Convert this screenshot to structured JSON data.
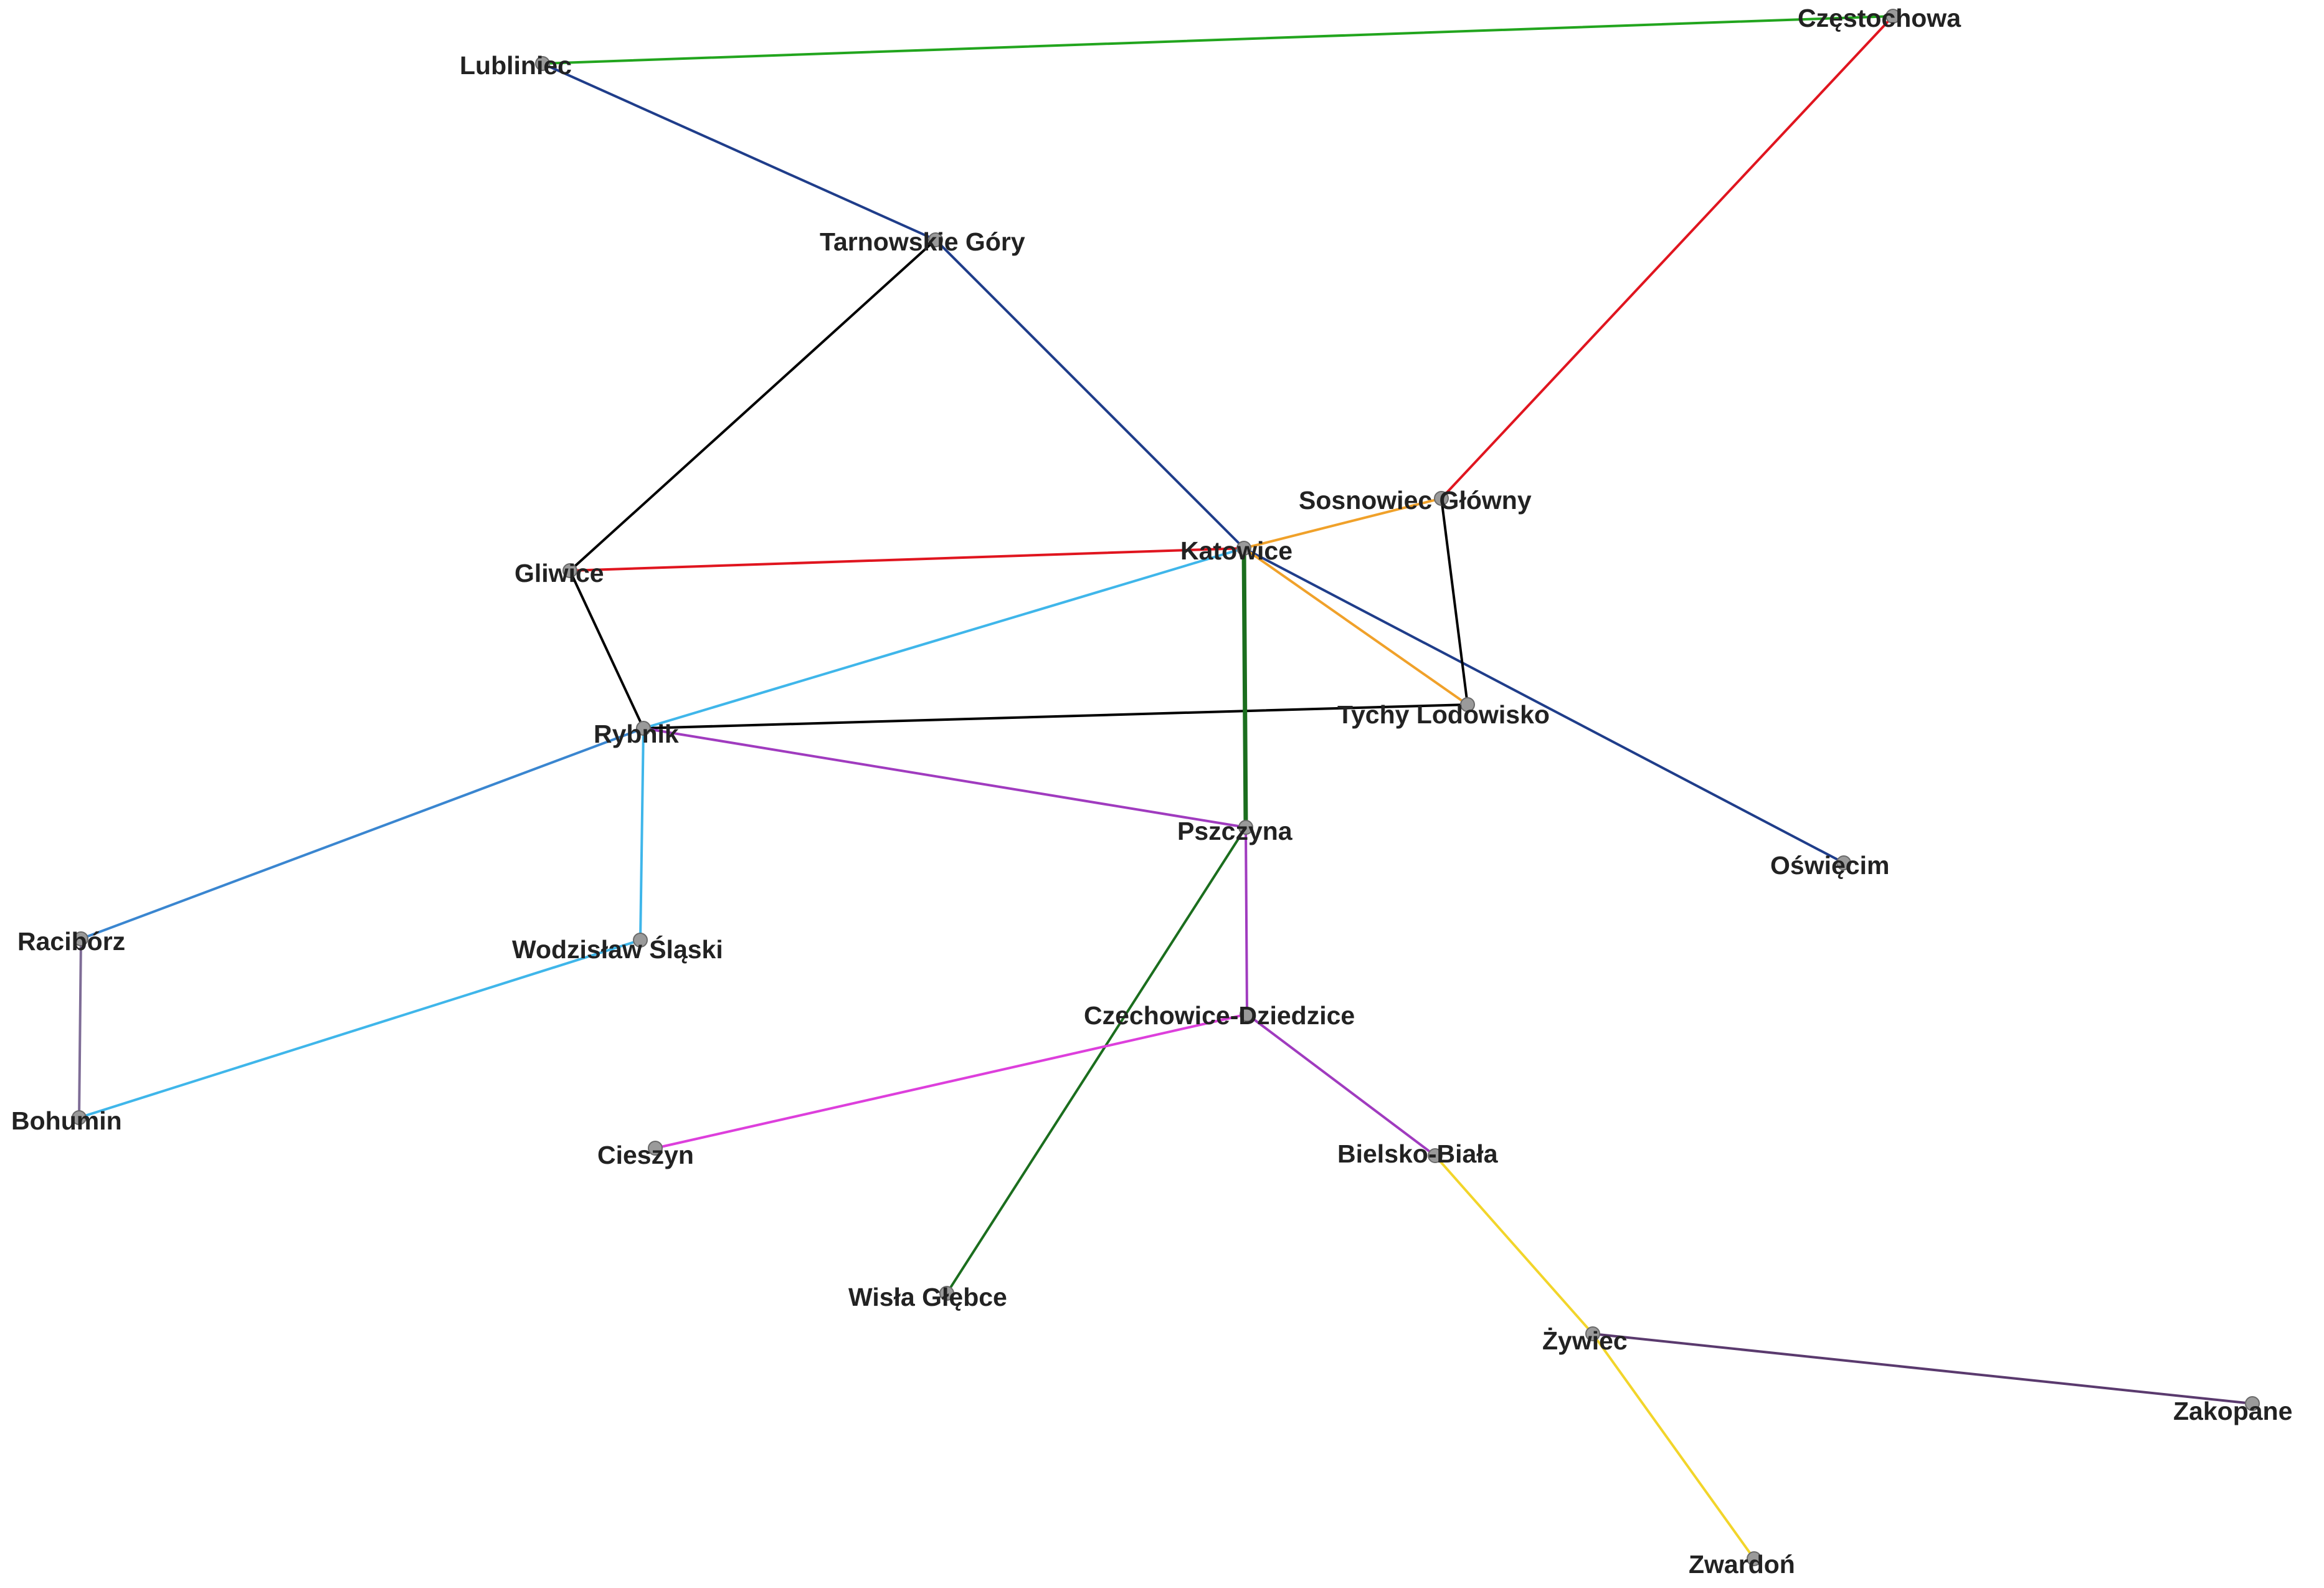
{
  "stations": [
    {
      "id": "czestochowa",
      "name": "Częstochowa"
    },
    {
      "id": "lubliniec",
      "name": "Lubliniec"
    },
    {
      "id": "tarnowskie-gory",
      "name": "Tarnowskie Góry"
    },
    {
      "id": "sosnowiec",
      "name": "Sosnowiec Główny"
    },
    {
      "id": "katowice",
      "name": "Katowice"
    },
    {
      "id": "gliwice",
      "name": "Gliwice"
    },
    {
      "id": "tychy",
      "name": "Tychy Lodowisko"
    },
    {
      "id": "rybnik",
      "name": "Rybnik"
    },
    {
      "id": "pszczyna",
      "name": "Pszczyna"
    },
    {
      "id": "oswiecim",
      "name": "Oświęcim"
    },
    {
      "id": "raciborz",
      "name": "Racibórz"
    },
    {
      "id": "wodzislaw",
      "name": "Wodzisław Śląski"
    },
    {
      "id": "czechowice",
      "name": "Czechowice-Dziedzice"
    },
    {
      "id": "bohumin",
      "name": "Bohumin"
    },
    {
      "id": "cieszyn",
      "name": "Cieszyn"
    },
    {
      "id": "bielsko",
      "name": "Bielsko-Biała"
    },
    {
      "id": "wisla",
      "name": "Wisła Głębce"
    },
    {
      "id": "zywiec",
      "name": "Żywiec"
    },
    {
      "id": "zakopane",
      "name": "Zakopane"
    },
    {
      "id": "zwardon",
      "name": "Zwardoń"
    }
  ],
  "links": [
    {
      "from": "lubliniec",
      "to": "czestochowa",
      "color": "#22a51e"
    },
    {
      "from": "lubliniec",
      "to": "tarnowskie-gory",
      "color": "#1f3d8a"
    },
    {
      "from": "tarnowskie-gory",
      "to": "katowice",
      "color": "#1f3d8a"
    },
    {
      "from": "katowice",
      "to": "oswiecim",
      "color": "#1f3d8a"
    },
    {
      "from": "czestochowa",
      "to": "sosnowiec",
      "color": "#e0151f"
    },
    {
      "from": "gliwice",
      "to": "katowice",
      "color": "#e0151f"
    },
    {
      "from": "tarnowskie-gory",
      "to": "gliwice",
      "color": "#000000"
    },
    {
      "from": "gliwice",
      "to": "rybnik",
      "color": "#000000"
    },
    {
      "from": "rybnik",
      "to": "tychy",
      "color": "#000000"
    },
    {
      "from": "sosnowiec",
      "to": "tychy",
      "color": "#000000"
    },
    {
      "from": "katowice",
      "to": "sosnowiec",
      "color": "#f0a12a"
    },
    {
      "from": "katowice",
      "to": "tychy",
      "color": "#f0a12a"
    },
    {
      "from": "katowice",
      "to": "rybnik",
      "color": "#3fb6ea"
    },
    {
      "from": "rybnik",
      "to": "wodzislaw",
      "color": "#3fb6ea"
    },
    {
      "from": "wodzislaw",
      "to": "bohumin",
      "color": "#3fb6ea"
    },
    {
      "from": "rybnik",
      "to": "raciborz",
      "color": "#3a86d0"
    },
    {
      "from": "raciborz",
      "to": "bohumin",
      "color": "#7e6c96"
    },
    {
      "from": "katowice",
      "to": "pszczyna",
      "color": "#1b6e1e"
    },
    {
      "from": "pszczyna",
      "to": "wisla",
      "color": "#1b6e1e"
    },
    {
      "from": "rybnik",
      "to": "pszczyna",
      "color": "#a03bbf"
    },
    {
      "from": "pszczyna",
      "to": "czechowice",
      "color": "#a03bbf"
    },
    {
      "from": "czechowice",
      "to": "bielsko",
      "color": "#a03bbf"
    },
    {
      "from": "czechowice",
      "to": "cieszyn",
      "color": "#dd3fdc"
    },
    {
      "from": "bielsko",
      "to": "zywiec",
      "color": "#f2d52a"
    },
    {
      "from": "zywiec",
      "to": "zwardon",
      "color": "#f2d52a"
    },
    {
      "from": "zywiec",
      "to": "zakopane",
      "color": "#5a3a6e"
    }
  ]
}
